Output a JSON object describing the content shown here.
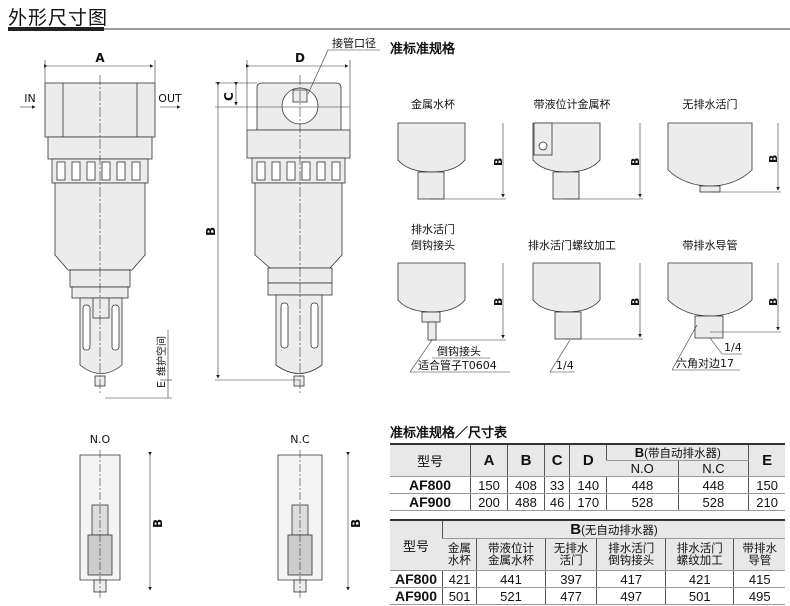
{
  "header": {
    "title": "外形尺寸图"
  },
  "main_drawing": {
    "dim_A": "A",
    "dim_B": "B",
    "dim_C": "C",
    "dim_D": "D",
    "dim_E": "E",
    "in_label": "IN",
    "out_label": "OUT",
    "port_label": "接管口径",
    "maintenance_label": "维护空间",
    "no_label": "N.O",
    "nc_label": "N.C"
  },
  "options": {
    "title": "准标准规格",
    "items": [
      {
        "label": "金属水杯",
        "dim": "B"
      },
      {
        "label": "带液位计金属杯",
        "dim": "B"
      },
      {
        "label": "无排水活门",
        "dim": "B"
      },
      {
        "label_line1": "排水活门",
        "label_line2": "倒钩接头",
        "dim": "B",
        "note1": "倒钩接头",
        "note2": "适合管子T0604"
      },
      {
        "label": "排水活门螺纹加工",
        "dim": "B",
        "note1": "1/4"
      },
      {
        "label": "带排水导管",
        "dim": "B",
        "note1": "1/4",
        "note2": "六角对边17"
      }
    ]
  },
  "table1": {
    "title": "准标准规格／尺寸表",
    "headers": {
      "model": "型号",
      "A": "A",
      "B": "B",
      "C": "C",
      "D": "D",
      "B_auto": "B",
      "B_auto_note": "(带自动排水器)",
      "NO": "N.O",
      "NC": "N.C",
      "E": "E"
    },
    "rows": [
      {
        "model": "AF800",
        "A": "150",
        "B": "408",
        "C": "33",
        "D": "140",
        "NO": "448",
        "NC": "448",
        "E": "150"
      },
      {
        "model": "AF900",
        "A": "200",
        "B": "488",
        "C": "46",
        "D": "170",
        "NO": "528",
        "NC": "528",
        "E": "210"
      }
    ]
  },
  "table2": {
    "headers": {
      "model": "型号",
      "B": "B",
      "B_note": "(无自动排水器)",
      "cols": [
        [
          "金属",
          "水杯"
        ],
        [
          "带液位计",
          "金属水杯"
        ],
        [
          "无排水",
          "活门"
        ],
        [
          "排水活门",
          "倒钩接头"
        ],
        [
          "排水活门",
          "螺纹加工"
        ],
        [
          "带排水",
          "导管"
        ]
      ]
    },
    "rows": [
      {
        "model": "AF800",
        "values": [
          "421",
          "441",
          "397",
          "417",
          "421",
          "415"
        ]
      },
      {
        "model": "AF900",
        "values": [
          "501",
          "521",
          "477",
          "497",
          "501",
          "495"
        ]
      }
    ]
  }
}
